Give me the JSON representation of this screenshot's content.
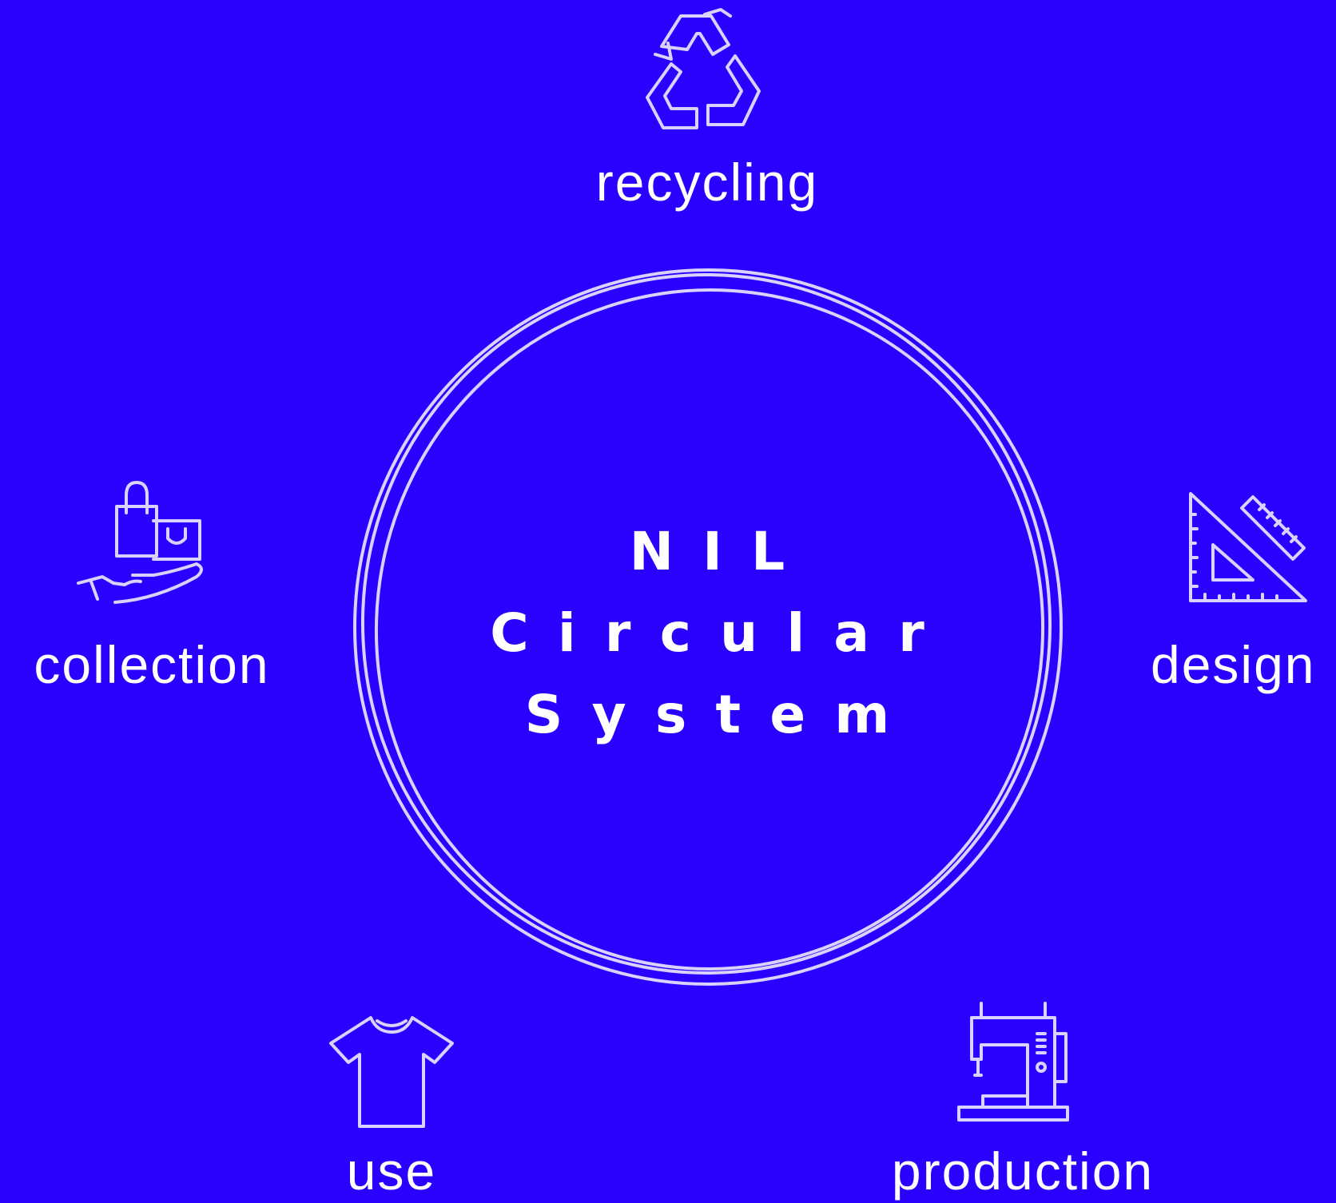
{
  "background_color": "#2c00ff",
  "line_color": "#d7d2ff",
  "center": {
    "line1": "NIL",
    "line2": "Circular",
    "line3": "System"
  },
  "nodes": {
    "recycling": {
      "label": "recycling",
      "icon": "recycle-icon"
    },
    "design": {
      "label": "design",
      "icon": "set-square-ruler-icon"
    },
    "production": {
      "label": "production",
      "icon": "sewing-machine-icon"
    },
    "use": {
      "label": "use",
      "icon": "t-shirt-icon"
    },
    "collection": {
      "label": "collection",
      "icon": "hand-shopping-bags-icon"
    }
  }
}
